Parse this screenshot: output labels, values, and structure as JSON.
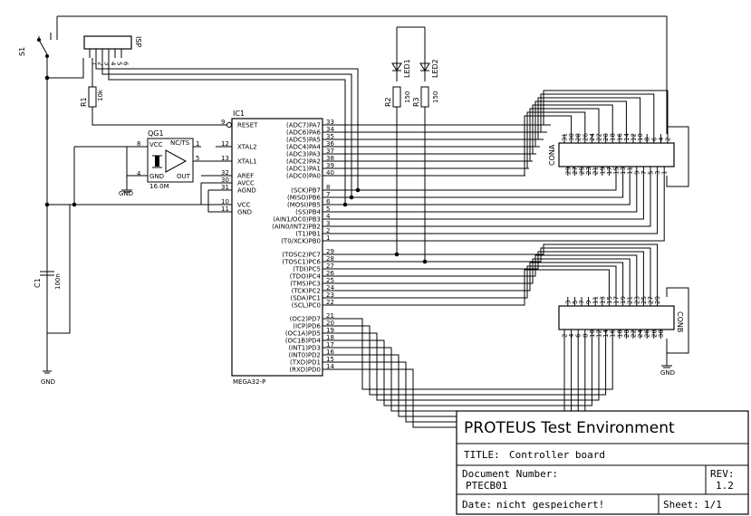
{
  "title_block": {
    "project": "PROTEUS Test Environment",
    "title_label": "TITLE:",
    "title_value": "Controller board",
    "docnum_label": "Document Number:",
    "docnum_value": "PTECB01",
    "rev_label": "REV:",
    "rev_value": "1.2",
    "date_label": "Date:",
    "date_value": "nicht gespeichert!",
    "sheet_label": "Sheet:",
    "sheet_value": "1/1"
  },
  "components": {
    "s1": "S1",
    "isp": "ISP",
    "r1": "R1",
    "r1_val": "10k",
    "r2": "R2",
    "r2_val": "150",
    "r3": "R3",
    "r3_val": "150",
    "led1": "LED1",
    "led2": "LED2",
    "ic1": "IC1",
    "ic1_type": "MEGA32-P",
    "qg1": "QG1",
    "qg1_val": "16.0M",
    "c1": "C1",
    "c1_val": "100n",
    "cona": "CONA",
    "conb": "CONB",
    "gnd": "GND"
  },
  "osc_pins": {
    "vcc": "VCC",
    "gnd": "GND",
    "nc": "NC/TS",
    "out": "OUT",
    "p8": "8",
    "p4": "4",
    "p1": "1",
    "p5": "5"
  },
  "ic_left_pins": [
    {
      "num": "9",
      "name": "RESET"
    },
    {
      "num": "12",
      "name": "XTAL2"
    },
    {
      "num": "13",
      "name": "XTAL1"
    },
    {
      "num": "32",
      "name": "AREF"
    },
    {
      "num": "30",
      "name": "AVCC"
    },
    {
      "num": "31",
      "name": "AGND"
    },
    {
      "num": "10",
      "name": "VCC"
    },
    {
      "num": "11",
      "name": "GND"
    }
  ],
  "ic_right_pins": [
    {
      "num": "33",
      "name": "(ADC7)PA7"
    },
    {
      "num": "34",
      "name": "(ADC6)PA6"
    },
    {
      "num": "35",
      "name": "(ADC5)PA5"
    },
    {
      "num": "36",
      "name": "(ADC4)PA4"
    },
    {
      "num": "37",
      "name": "(ADC3)PA3"
    },
    {
      "num": "38",
      "name": "(ADC2)PA2"
    },
    {
      "num": "39",
      "name": "(ADC1)PA1"
    },
    {
      "num": "40",
      "name": "(ADC0)PA0"
    },
    {
      "num": "8",
      "name": "(SCK)PB7"
    },
    {
      "num": "7",
      "name": "(MISO)PB6"
    },
    {
      "num": "6",
      "name": "(MOSI)PB5"
    },
    {
      "num": "5",
      "name": "(SS)PB4"
    },
    {
      "num": "4",
      "name": "(AIN1/OC0)PB3"
    },
    {
      "num": "3",
      "name": "(AIN0/INT2)PB2"
    },
    {
      "num": "2",
      "name": "(T1)PB1"
    },
    {
      "num": "1",
      "name": "(T0/XCK)PB0"
    },
    {
      "num": "29",
      "name": "(TOSC2)PC7"
    },
    {
      "num": "28",
      "name": "(TOSC1)PC6"
    },
    {
      "num": "27",
      "name": "(TDI)PC5"
    },
    {
      "num": "26",
      "name": "(TDO)PC4"
    },
    {
      "num": "25",
      "name": "(TMS)PC3"
    },
    {
      "num": "24",
      "name": "(TCK)PC2"
    },
    {
      "num": "23",
      "name": "(SDA)PC1"
    },
    {
      "num": "22",
      "name": "(SCL)PC0"
    },
    {
      "num": "21",
      "name": "(OC2)PD7"
    },
    {
      "num": "20",
      "name": "(ICP)PD6"
    },
    {
      "num": "19",
      "name": "(OC1A)PD5"
    },
    {
      "num": "18",
      "name": "(OC1B)PD4"
    },
    {
      "num": "17",
      "name": "(INT1)PD3"
    },
    {
      "num": "16",
      "name": "(INT0)PD2"
    },
    {
      "num": "15",
      "name": "(TXD)PD1"
    },
    {
      "num": "14",
      "name": "(RXD)PD0"
    }
  ],
  "cona_top_pins": [
    "31",
    "30",
    "28",
    "26",
    "24",
    "22",
    "20",
    "18",
    "16",
    "14",
    "12",
    "10",
    "8",
    "6",
    "4",
    "2"
  ],
  "cona_bottom_pins": [
    "29",
    "27",
    "25",
    "23",
    "21",
    "19",
    "17",
    "15",
    "13",
    "11",
    "9",
    "7",
    "5",
    "3",
    "1"
  ],
  "conb_top_pins": [
    "3",
    "5",
    "7",
    "9",
    "11",
    "13",
    "15",
    "17",
    "19",
    "21",
    "23",
    "25",
    "27",
    "29"
  ],
  "conb_bottom_pins": [
    "2",
    "4",
    "6",
    "8",
    "10",
    "12",
    "14",
    "16",
    "18",
    "20",
    "22",
    "24",
    "26",
    "28",
    "30"
  ],
  "isp_pins": [
    "1",
    "2",
    "3",
    "4",
    "5",
    "6"
  ]
}
